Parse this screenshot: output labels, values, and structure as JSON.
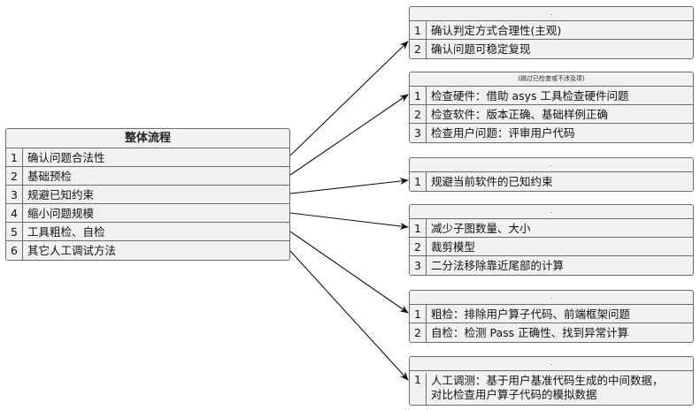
{
  "main": {
    "title": "整体流程",
    "rows": [
      {
        "n": "1",
        "text": "确认问题合法性"
      },
      {
        "n": "2",
        "text": "基础预检"
      },
      {
        "n": "3",
        "text": "规避已知约束"
      },
      {
        "n": "4",
        "text": "缩小问题规模"
      },
      {
        "n": "5",
        "text": "工具粗检、自检"
      },
      {
        "n": "6",
        "text": "其它人工调试方法"
      }
    ]
  },
  "tables": [
    {
      "header": ".",
      "rows": [
        {
          "n": "1",
          "text": "确认判定方式合理性(主观)"
        },
        {
          "n": "2",
          "text": "确认问题可稳定复现"
        }
      ]
    },
    {
      "header": "(跳过已检查或不涉及项)",
      "rows": [
        {
          "n": "1",
          "text": "检查硬件：借助 asys 工具检查硬件问题"
        },
        {
          "n": "2",
          "text": "检查软件：版本正确、基础样例正确"
        },
        {
          "n": "3",
          "text": "检查用户问题：评审用户代码"
        }
      ]
    },
    {
      "header": ".",
      "rows": [
        {
          "n": "1",
          "text": "规避当前软件的已知约束"
        }
      ]
    },
    {
      "header": ".",
      "rows": [
        {
          "n": "1",
          "text": "减少子图数量、大小"
        },
        {
          "n": "2",
          "text": "裁剪模型"
        },
        {
          "n": "3",
          "text": "二分法移除靠近尾部的计算"
        }
      ]
    },
    {
      "header": ".",
      "rows": [
        {
          "n": "1",
          "text": "粗检：排除用户算子代码、前端框架问题"
        },
        {
          "n": "2",
          "text": "自检：检测 Pass 正确性、找到异常计算"
        }
      ]
    },
    {
      "header": ".",
      "rows": [
        {
          "n": "1",
          "text": "人工调测：基于用户基准代码生成的中间数据，\n    对比检查用户算子代码的模拟数据"
        }
      ]
    }
  ]
}
